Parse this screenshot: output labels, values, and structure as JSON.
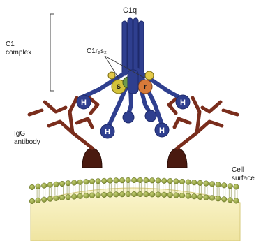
{
  "labels": {
    "c1q": "C1q",
    "c1r2s2": "C1r₂s₂",
    "c1_complex_line1": "C1",
    "c1_complex_line2": "complex",
    "igg_line1": "IgG",
    "igg_line2": "antibody",
    "cell_line1": "Cell",
    "cell_line2": "surface",
    "h": "H",
    "s": "S",
    "r": "r"
  },
  "colors": {
    "c1q_blue": "#2f3f8f",
    "c1q_blue_dark": "#1e2a6b",
    "antibody_brown": "#7a2d1c",
    "antigen_dark": "#4a1a10",
    "membrane_head": "#8f9e3c",
    "membrane_head_light": "#c3cf74",
    "cytoplasm": "#f6f0bc",
    "c1s_yellow": "#d3c23a",
    "c1r_orange": "#d77a3a",
    "c1r_green": "#6f9a48"
  }
}
